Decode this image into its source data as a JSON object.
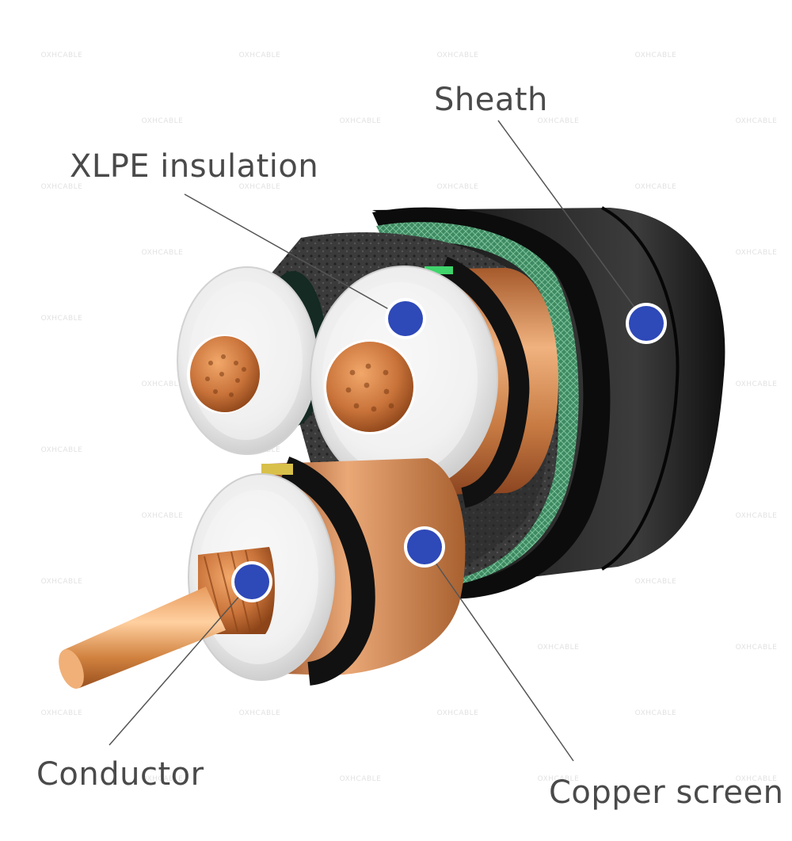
{
  "labels": {
    "sheath": "Sheath",
    "xlpe_insulation": "XLPE insulation",
    "conductor": "Conductor",
    "copper_screen": "Copper screen"
  },
  "watermark": "OXHCABLE",
  "colors": {
    "background": "#ffffff",
    "label_text": "#4a4a4a",
    "leader_line": "#555555",
    "marker_fill": "#2e49b8",
    "marker_ring": "#ffffff",
    "sheath_black": "#141414",
    "insulation_white": "#eeeeee",
    "copper": "#c97a3f",
    "bedding_green": "#3f8a62",
    "filler_gray": "#3a3a3a",
    "semicon_black": "#1a1a1a"
  }
}
